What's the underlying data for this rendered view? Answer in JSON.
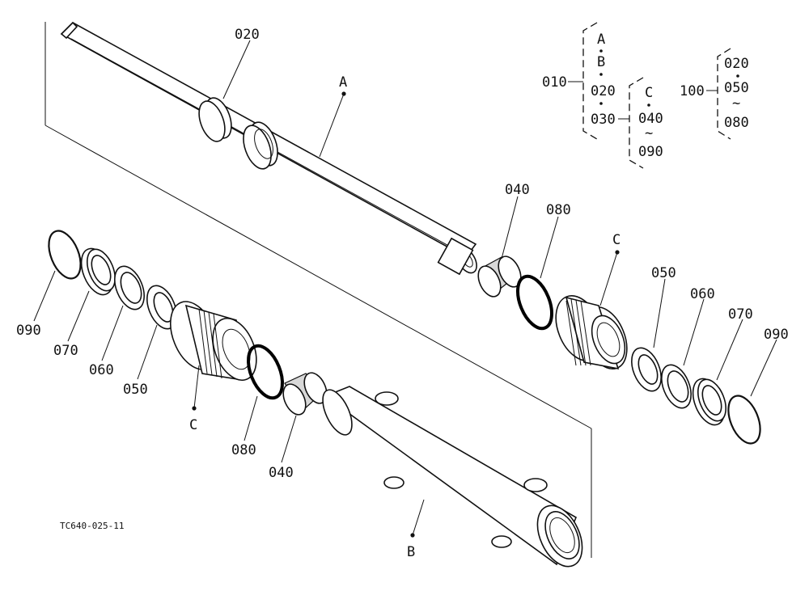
{
  "drawing_code": "TC640-025-11",
  "callouts": {
    "c020_top": "020",
    "cA_top": "A",
    "c040_right": "040",
    "c080_right": "080",
    "cC_right": "C",
    "c050_right": "050",
    "c060_right": "060",
    "c070_right": "070",
    "c090_right": "090",
    "c090_left": "090",
    "c070_left": "070",
    "c060_left": "060",
    "c050_left": "050",
    "cC_left": "C",
    "c080_left": "080",
    "c040_left": "040",
    "cB": "B"
  },
  "legend": {
    "g010": {
      "label": "010",
      "items": [
        "A",
        "B",
        "020",
        "030"
      ]
    },
    "g030": {
      "label": "C",
      "items": [
        "040",
        "090"
      ]
    },
    "g100": {
      "label": "100",
      "items": [
        "020",
        "050",
        "080"
      ]
    }
  }
}
